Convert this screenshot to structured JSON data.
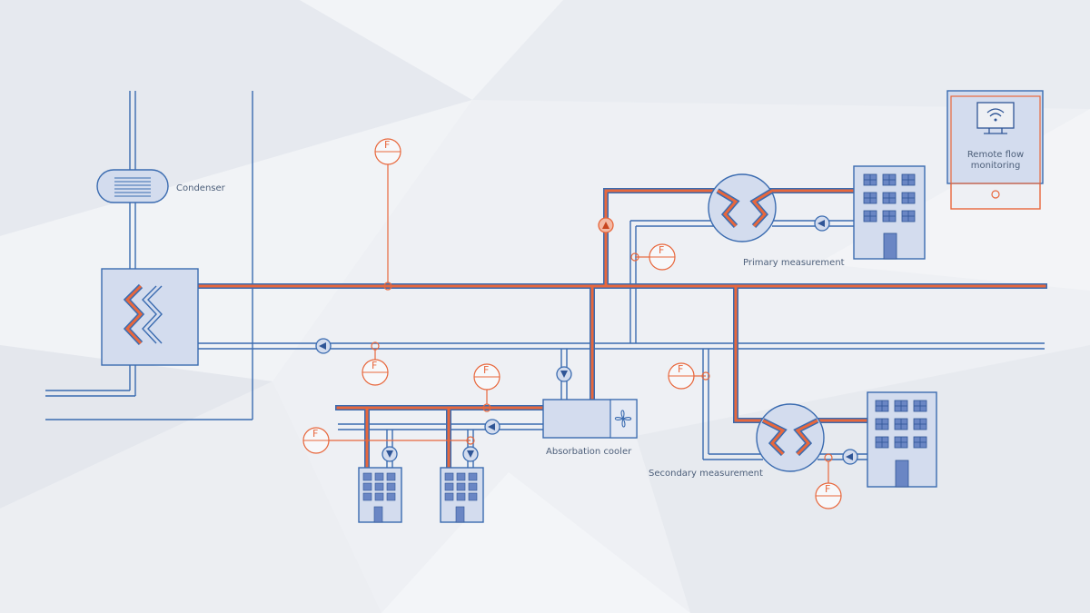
{
  "labels": {
    "condenser": "Condenser",
    "primary": "Primary measurement",
    "secondary": "Secondary measurement",
    "absorption": "Absorbation cooler",
    "remote_line1": "Remote flow",
    "remote_line2": "monitoring"
  },
  "flow_meter_letter": "F",
  "colors": {
    "background": "#eef0f4",
    "pipe_blue": "#3a6bb0",
    "pipe_orange": "#e8673c",
    "fill_light": "#d3dcee",
    "text": "#4d5f7a"
  },
  "icons": [
    "wifi-monitor-icon",
    "pump-arrow-icon",
    "heat-exchanger-icon",
    "building-icon",
    "fan-icon",
    "flow-meter-icon"
  ]
}
